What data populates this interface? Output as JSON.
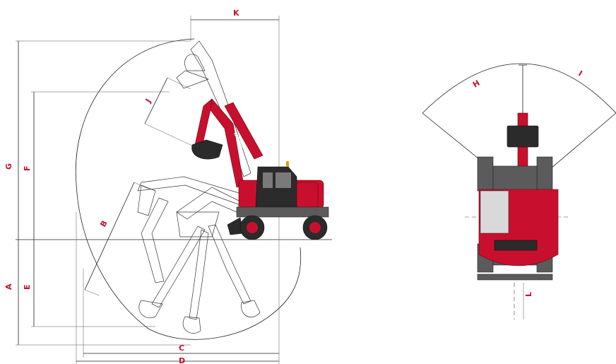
{
  "side_view": {
    "dimension_labels": {
      "A": "A",
      "B": "B",
      "C": "C",
      "D": "D",
      "E": "E",
      "F": "F",
      "G": "G",
      "J": "J",
      "K": "K"
    },
    "boom_brand": "YANMAR"
  },
  "top_view": {
    "dimension_labels": {
      "H": "H",
      "I": "I",
      "L": "L"
    }
  },
  "colors": {
    "label": "#c8102e",
    "machine_body": "#c8102e",
    "lines": "#222222"
  }
}
